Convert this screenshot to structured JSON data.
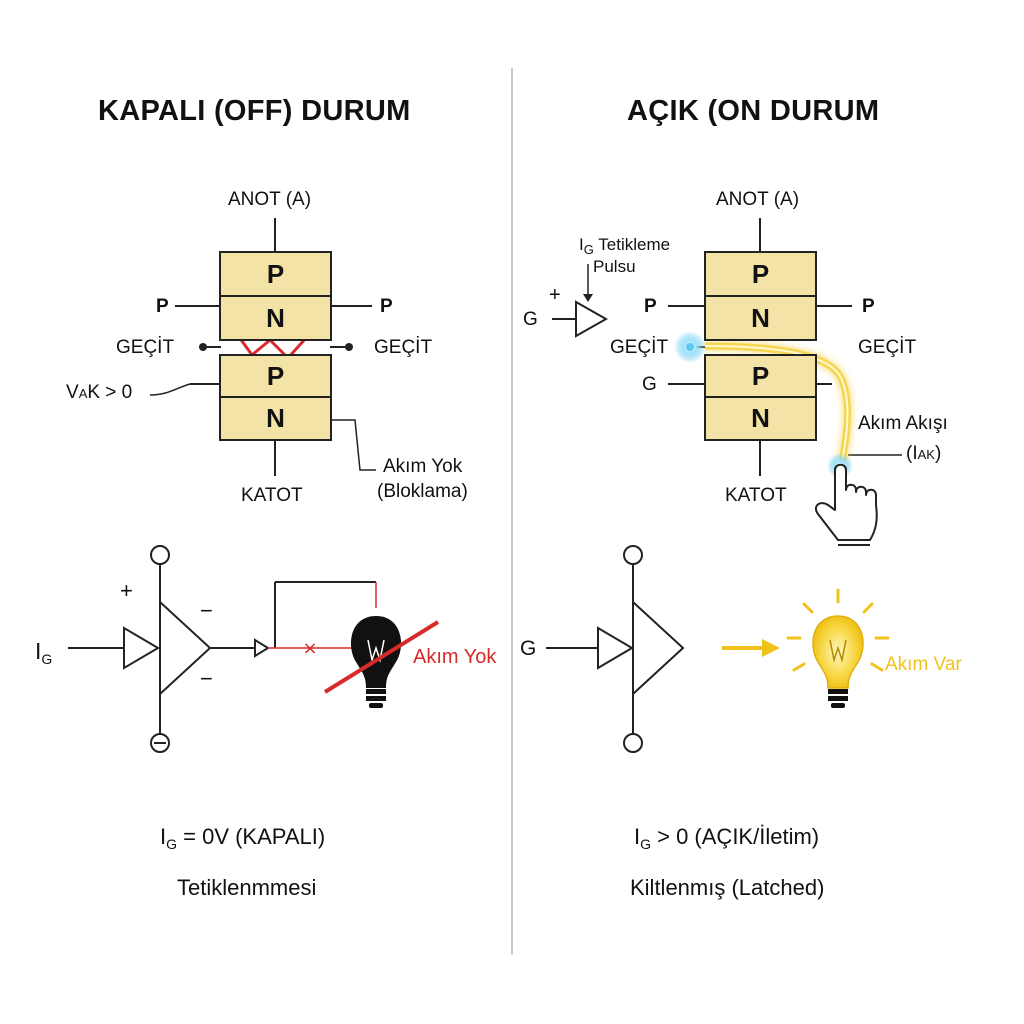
{
  "left": {
    "title": "KAPALI (OFF) DURUM",
    "anode": "ANOT (A)",
    "cathode": "KATOT",
    "layers": [
      "P",
      "N",
      "P",
      "N"
    ],
    "p_left": "P",
    "p_right": "P",
    "gate_left": "GEÇİT",
    "gate_right": "GEÇİT",
    "vak_main": "V",
    "vak_sub": "A",
    "vak_rest": "K > 0",
    "no_current_line1": "Akım Yok",
    "no_current_line2": "(Bloklama)",
    "circuit_ig_main": "I",
    "circuit_ig_sub": "G",
    "plus": "+",
    "minus_top": "−",
    "minus_bottom": "−",
    "bulb_label": "Akım Yok",
    "caption1_main": "I",
    "caption1_sub": "G",
    "caption1_rest": " = 0V (KAPALI)",
    "caption2": "Tetiklenmmesi"
  },
  "right": {
    "title": "AÇIK (ON DURUM",
    "anode": "ANOT (A)",
    "cathode": "KATOT",
    "layers": [
      "P",
      "N",
      "P",
      "N"
    ],
    "pulse_main": "I",
    "pulse_sub": "G",
    "pulse_rest": " Tetikleme",
    "pulse_line2": "Pulsu",
    "plus": "+",
    "g_in": "G",
    "p_left": "P",
    "p_right": "P",
    "gate_left": "GEÇİT",
    "gate_right": "GEÇİT",
    "g_label": "G",
    "flow_line1": "Akım Akışı",
    "flow_line2_pre": "(I",
    "flow_line2_sub": "AK",
    "flow_line2_post": ")",
    "circuit_g": "G",
    "bulb_label": "Akım Var",
    "caption1_main": "I",
    "caption1_sub": "G",
    "caption1_rest": " > 0 (AÇIK/İletim)",
    "caption2": "Kiltlenmış (Latched)"
  },
  "colors": {
    "layer_fill": "#f3e3a6",
    "blocked_red": "#d82a2a",
    "glow_yellow": "#f0c21b",
    "glow_blue": "#5ec8f0",
    "divider": "#c8c8c8"
  }
}
